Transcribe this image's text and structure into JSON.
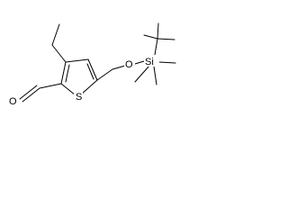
{
  "molecule": {
    "atoms": {
      "ring_sulfur": "S",
      "ether_oxygen": "O",
      "silicon": "Si",
      "aldehyde_oxygen": "O"
    }
  },
  "colors": {
    "bond": "#000000",
    "label": "#000000",
    "background": "#ffffff"
  }
}
